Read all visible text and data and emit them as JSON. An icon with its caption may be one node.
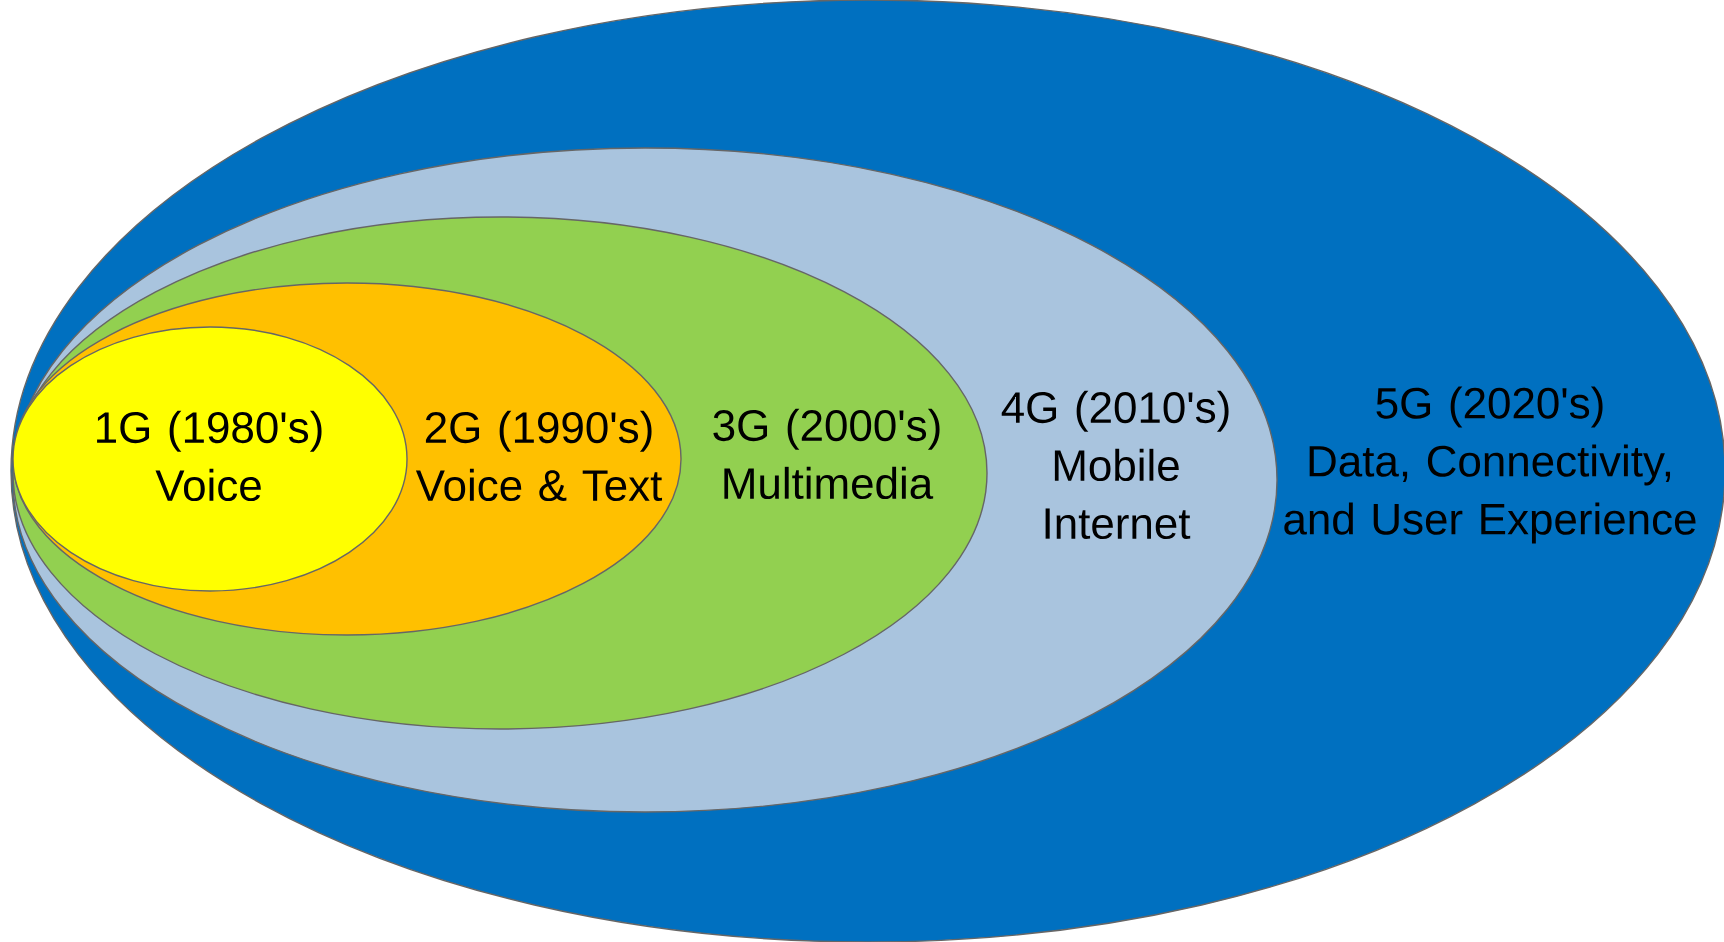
{
  "diagram": {
    "nodes": [
      {
        "text": [
          "5G (2020's)",
          "Data, Connectivity, and User Experience"
        ]
      },
      {
        "text": [
          "4G (2010's)",
          "Mobile Internet"
        ],
        "in": 0
      },
      {
        "text": [
          "3G (2000's)",
          "Multimedia"
        ],
        "in": 1
      },
      {
        "text": [
          "2G (1990's)",
          "Voice & Text"
        ],
        "in": 2
      },
      {
        "text": [
          "1G (1980's)",
          "Voice"
        ],
        "in": 3
      }
    ]
  }
}
